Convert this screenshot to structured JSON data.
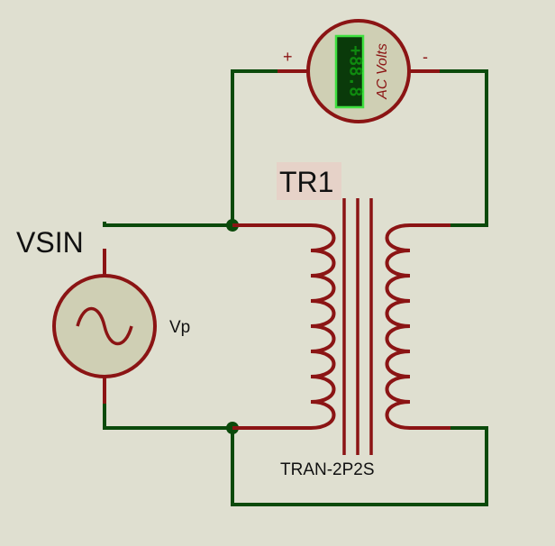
{
  "source": {
    "name": "VSIN",
    "value_label": "Vp"
  },
  "transformer": {
    "ref": "TR1",
    "model": "TRAN-2P2S"
  },
  "voltmeter": {
    "display": "+88.8",
    "label": "AC Volts",
    "plus_terminal": "+",
    "minus_terminal": "-"
  },
  "colors": {
    "background": "#dfdfd0",
    "wire": "#0b4a0b",
    "component": "#8b1414",
    "component_fill": "#cfcfb4",
    "lcd": "#0f8a0f",
    "ref_highlight": "#e6d2c8"
  }
}
